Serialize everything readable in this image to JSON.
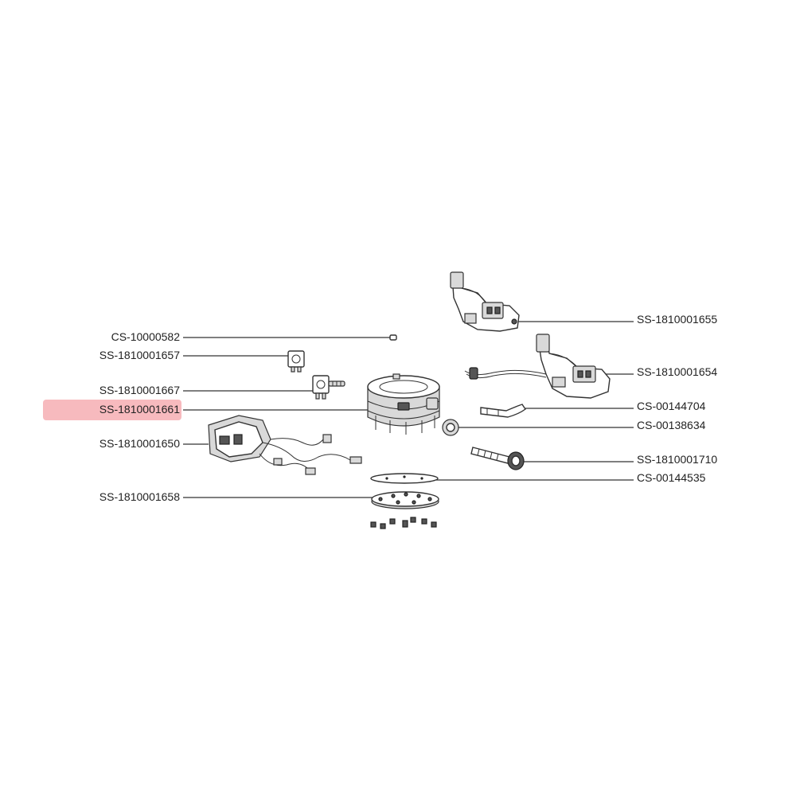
{
  "labels": {
    "cs_10000582": "CS-10000582",
    "ss_1810001657": "SS-1810001657",
    "ss_1810001667": "SS-1810001667",
    "ss_1810001661": "SS-1810001661",
    "ss_1810001650": "SS-1810001650",
    "ss_1810001658": "SS-1810001658",
    "ss_1810001655": "SS-1810001655",
    "ss_1810001654": "SS-1810001654",
    "cs_00144704": "CS-00144704",
    "cs_00138634": "CS-00138634",
    "ss_1810001710": "SS-1810001710",
    "cs_00144535": "CS-00144535"
  },
  "highlight": {
    "selected_part": "SS-1810001661",
    "color": "#f4a3a8"
  }
}
